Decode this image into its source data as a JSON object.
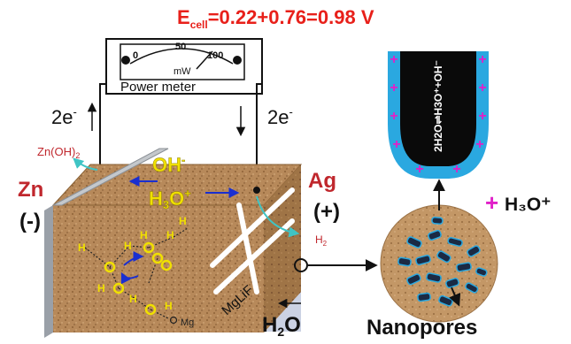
{
  "equation": {
    "e_symbol": "E",
    "e_subscript": "cell",
    "rest": "=0.22+0.76=0.98 V"
  },
  "meter": {
    "ticks": [
      "0",
      "50",
      "100"
    ],
    "unit": "mW",
    "label": "Power meter"
  },
  "electrons": {
    "left": "2e",
    "right": "2e",
    "superscript": "-"
  },
  "electrodes": {
    "anode": {
      "name": "Zn",
      "sign": "(-)"
    },
    "cathode": {
      "name": "Ag",
      "sign": "(+)"
    }
  },
  "species": {
    "zinc_hydroxide": "Zn(OH)",
    "zinc_hydroxide_sub": "2",
    "hydroxide": "OH",
    "hydroxide_sup": "-",
    "hydronium": "H",
    "hydronium_sub": "3",
    "hydronium_rest": "O",
    "hydronium_sup": "+",
    "hydrogen": "H",
    "hydrogen_sub": "2",
    "water": "H",
    "water_sub": "2",
    "water_rest": "O",
    "h_atom": "H",
    "o_atom": "O",
    "mg_atom": "Mg"
  },
  "material": "MgLiF",
  "pore": {
    "equilibrium": "2H2O⇌H3O⁺+OH⁻",
    "plus_sign": "+",
    "product": "H₃O⁺"
  },
  "nanopores_label": "Nanopores",
  "colors": {
    "equation": "#e8201a",
    "electrode_label": "#c0272d",
    "ion": "#f0e000",
    "arrow_blue": "#1a2fd0",
    "arrow_cyan": "#3fc4c4",
    "block": "#b88a55",
    "pore_blue": "#2aa8e0",
    "pore_charge": "#e020c8"
  }
}
